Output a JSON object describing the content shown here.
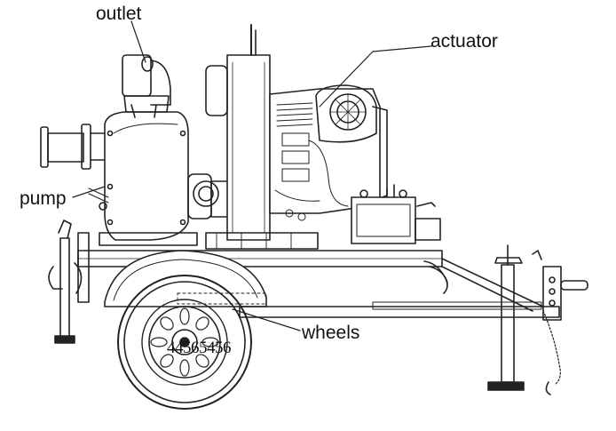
{
  "labels": {
    "outlet": "outlet",
    "actuator": "actuator",
    "pump": "pump",
    "wheels": "wheels"
  },
  "watermark": "44565456",
  "colors": {
    "line": "#222222",
    "background": "#ffffff"
  }
}
